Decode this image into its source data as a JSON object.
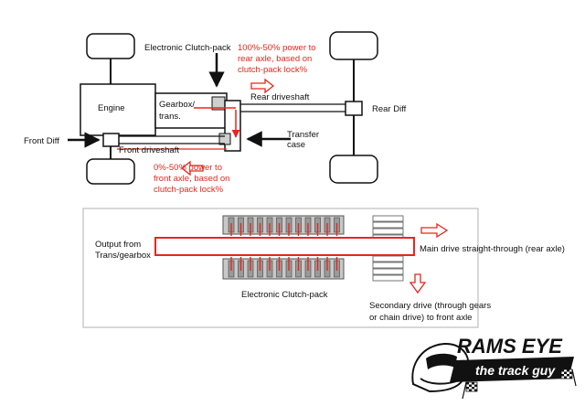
{
  "top_diagram": {
    "engine_label": "Engine",
    "gearbox_label_line1": "Gearbox/",
    "gearbox_label_line2": "trans.",
    "clutch_pack_label": "Electronic Clutch-pack",
    "rear_note_line1": "100%-50% power to",
    "rear_note_line2": "rear axle, based on",
    "rear_note_line3": "clutch-pack lock%",
    "rear_driveshaft_label": "Rear driveshaft",
    "rear_diff_label": "Rear Diff",
    "transfer_case_line1": "Transfer",
    "transfer_case_line2": "case",
    "front_diff_label": "Front Diff",
    "front_driveshaft_label": "Front driveshaft",
    "front_note_line1": "0%-50% power to",
    "front_note_line2": "front axle, based on",
    "front_note_line3": "clutch-pack lock%"
  },
  "bottom_diagram": {
    "output_label_line1": "Output from",
    "output_label_line2": "Trans/gearbox",
    "main_drive_label": "Main drive straight-through (rear axle)",
    "clutch_pack_label": "Electronic Clutch-pack",
    "secondary_label_line1": "Secondary drive (through gears",
    "secondary_label_line2": "or chain drive) to front axle"
  },
  "logo": {
    "title": "RAMS EYE",
    "subtitle": "the track guy"
  },
  "colors": {
    "power_flow": "#e8261c",
    "outline": "#111111",
    "clutch_plate_fill": "#c8c8c8",
    "frame_border": "#bdbdbd"
  }
}
